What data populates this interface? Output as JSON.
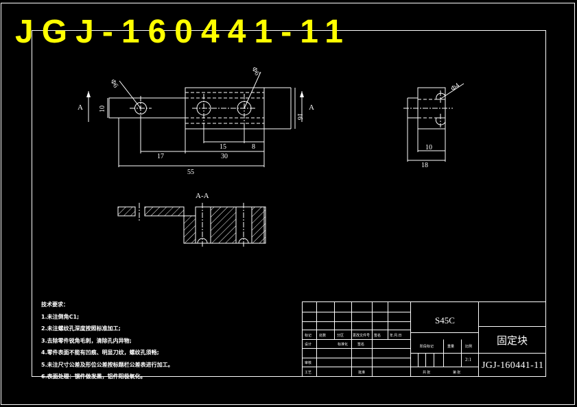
{
  "header": {
    "drawing_number": "JGJ-160441-11"
  },
  "dimensions": {
    "top_view": {
      "hole_left": "Φ6",
      "hole_right": "Φ6",
      "height_left": "10",
      "height_right": "16",
      "d15": "15",
      "d8": "8",
      "d17": "17",
      "d30": "30",
      "d55": "55"
    },
    "side_view": {
      "hole": "Φ4",
      "d10": "10",
      "d18": "18"
    },
    "section_marks": {
      "left": "A",
      "right": "A",
      "section_title": "A-A"
    }
  },
  "tech_notes": {
    "title": "技术要求：",
    "items": [
      "1.未注倒角C1;",
      "2.未注螺纹孔深度按照标准加工;",
      "3.去除零件锐角毛刺，清除孔内异物;",
      "4.零件表面不能有凹痕、明显刀纹，螺纹孔须畅;",
      "5.未注尺寸公差及形位公差按标题栏公差表进行加工。",
      "6.表面处理：钢件做发黑，铝件阳极氧化。"
    ]
  },
  "title_block": {
    "material": "S45C",
    "part_name": "固定块",
    "drawing_number": "JGJ-160441-11",
    "scale": "2:1",
    "row_labels": [
      "标记",
      "处数",
      "分区",
      "更改文件号",
      "签名",
      "年.月.日"
    ],
    "design": "设计",
    "standardize": "标准化",
    "signature": "签名",
    "check": "审核",
    "process": "工艺",
    "approve": "批准",
    "stage_mark": "阶段标记",
    "weight": "重量",
    "ratio": "比例",
    "sheets_total": "共 张",
    "sheet_no": "第 张"
  },
  "colors": {
    "background": "#000000",
    "line": "#ffffff",
    "header_text": "#ffff00"
  }
}
